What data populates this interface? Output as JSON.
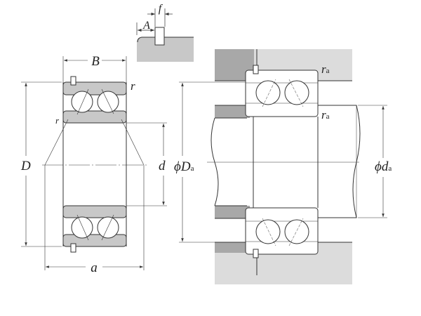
{
  "labels": {
    "B": "B",
    "r_top": "r",
    "r_inner": "r",
    "D": "D",
    "d": "d",
    "a": "a",
    "A": "A",
    "f": "f",
    "phi_Da": "ϕD",
    "Da_sub": "a",
    "phi_da": "ϕd",
    "da_sub": "a",
    "ra_top": "r",
    "ra_top_sub": "a",
    "ra_mid": "r",
    "ra_mid_sub": "a"
  },
  "colors": {
    "ring": "#c8c8c8",
    "housing_light": "#dcdcdc",
    "housing_dark": "#a8a8a8",
    "line": "#333333"
  }
}
